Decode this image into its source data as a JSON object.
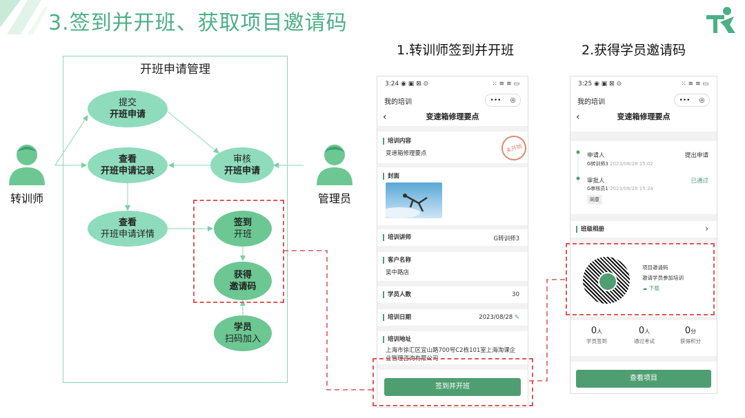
{
  "page_title": "3.签到并开班、获取项目邀请码",
  "diagram": {
    "title": "开班申请管理",
    "actor_trainer": "转训师",
    "actor_admin": "管理员",
    "nodes": {
      "submit": [
        "提交",
        "开班申请"
      ],
      "view_records": [
        "查看",
        "开班申请记录"
      ],
      "review": [
        "审核",
        "开班申请"
      ],
      "view_details": [
        "查看",
        "开班申请详情"
      ],
      "checkin": [
        "签到",
        "开班"
      ],
      "get_code": [
        "获得",
        "邀请码"
      ],
      "student_join": [
        "学员",
        "扫码加入"
      ]
    }
  },
  "phase1_title": "1.转训师签到并开班",
  "phase2_title": "2.获得学员邀请码",
  "phone1": {
    "time": "3:24",
    "status_icons": "◉ ▣ ⊠ ⊙",
    "status_right": "⁙ ≋ ≋ ▭",
    "nav_title": "我的培训",
    "capsule_dots": "•••",
    "capsule_target": "◎",
    "page_heading": "变速箱修理要点",
    "content_label": "培训内容",
    "content_value": "变速箱修理要点",
    "stamp": "未开始",
    "cover_label": "封面",
    "lecturer_label": "培训讲师",
    "lecturer_value": "G转训师3",
    "customer_label": "客户名称",
    "customer_value": "吴中路店",
    "students_label": "学员人数",
    "students_value": "30",
    "date_label": "培训日期",
    "date_value": "2023/08/28",
    "address_label": "培训地址",
    "address_value": "上海市徐汇区宜山路700号C2栋101室上海淘课企业管理咨询有限公司",
    "button": "签到并开班"
  },
  "phone2": {
    "time": "3:25",
    "status_icons": "◉ ▣ ⊠ ⊙",
    "status_right": "⁙ ≋ ≋ ▭",
    "nav_title": "我的培训",
    "capsule_dots": "•••",
    "capsule_target": "◎",
    "page_heading": "变速箱修理要点",
    "applicant_label": "申请人",
    "applicant_name": "G转训师3",
    "applicant_time": "2023/08/28 15:02",
    "applicant_action": "提出申请",
    "approver_label": "审批人",
    "approver_name": "G审核员1",
    "approver_time": "2023/08/28 15:24",
    "approver_status": "已通过",
    "approver_note": "同意",
    "album_label": "班级相册",
    "code_title": "项目邀请码",
    "code_desc": "邀请学员参加培训",
    "download": "下载",
    "stats": [
      {
        "num": "0",
        "unit": "人",
        "label": "学员签到"
      },
      {
        "num": "0",
        "unit": "人",
        "label": "通过考试"
      },
      {
        "num": "0",
        "unit": "分",
        "label": "获得积分"
      }
    ],
    "button": "查看项目"
  },
  "colors": {
    "accent": "#4caf86",
    "ellipse": "#8fdcbd",
    "dashed": "#e05555",
    "button": "#4f9e72"
  }
}
